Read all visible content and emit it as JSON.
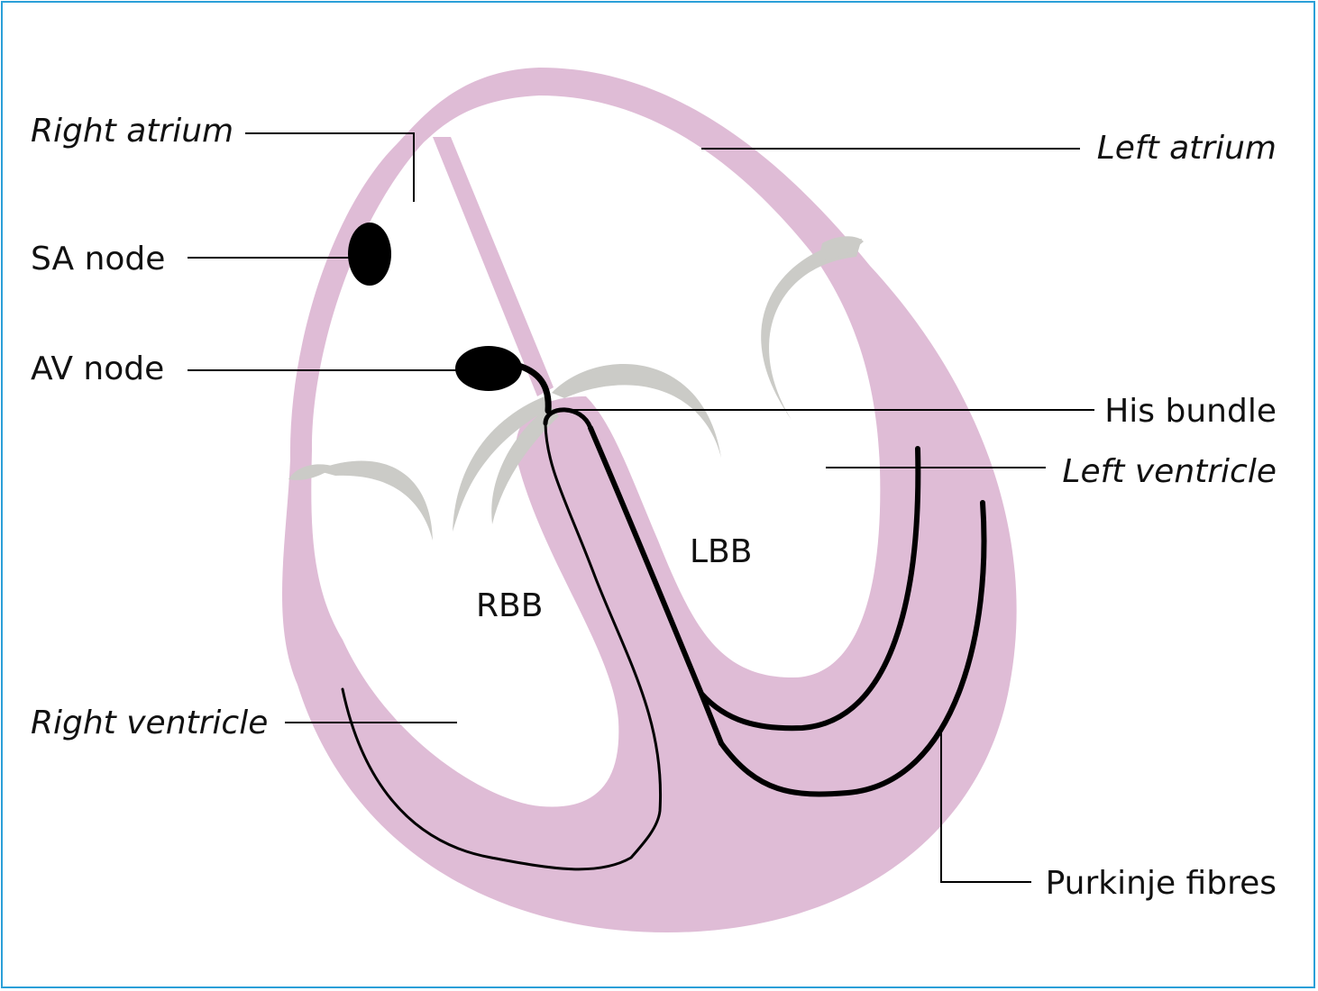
{
  "labels": {
    "right_atrium": "Right atrium",
    "left_atrium": "Left atrium",
    "sa_node": "SA node",
    "av_node": "AV node",
    "his_bundle": "His bundle",
    "left_ventricle": "Left ventricle",
    "lbb": "LBB",
    "rbb": "RBB",
    "right_ventricle": "Right ventricle",
    "purkinje_fibres": "Purkinje fibres"
  },
  "colors": {
    "frame": "#2a9fd8",
    "myocardium": "#dfbcd6",
    "valves": "#cbcbc7",
    "conduction": "#000000",
    "leader_lines": "#000000",
    "text": "#111111"
  }
}
